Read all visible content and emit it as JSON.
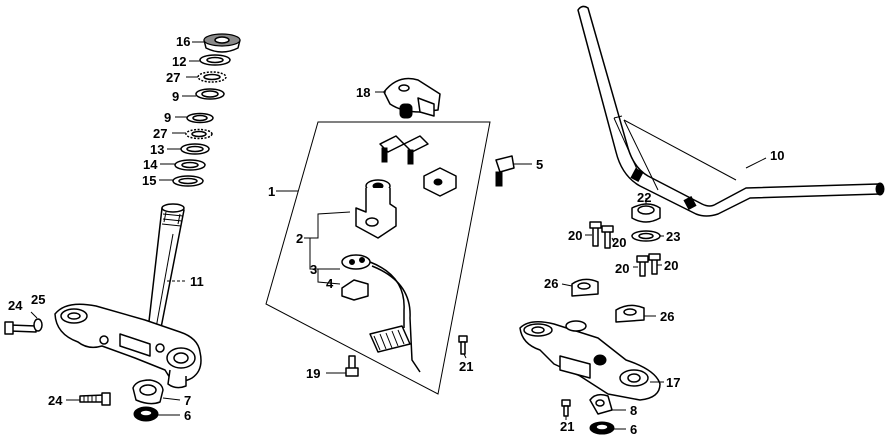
{
  "callouts": [
    {
      "id": "c16",
      "text": "16"
    },
    {
      "id": "c12",
      "text": "12"
    },
    {
      "id": "c27a",
      "text": "27"
    },
    {
      "id": "c9a",
      "text": "9"
    },
    {
      "id": "c9b",
      "text": "9"
    },
    {
      "id": "c27b",
      "text": "27"
    },
    {
      "id": "c13",
      "text": "13"
    },
    {
      "id": "c14",
      "text": "14"
    },
    {
      "id": "c15",
      "text": "15"
    },
    {
      "id": "c11",
      "text": "11"
    },
    {
      "id": "c24a",
      "text": "24"
    },
    {
      "id": "c25",
      "text": "25"
    },
    {
      "id": "c24b",
      "text": "24"
    },
    {
      "id": "c7",
      "text": "7"
    },
    {
      "id": "c6a",
      "text": "6"
    },
    {
      "id": "c18",
      "text": "18"
    },
    {
      "id": "c1",
      "text": "1"
    },
    {
      "id": "c2",
      "text": "2"
    },
    {
      "id": "c3",
      "text": "3"
    },
    {
      "id": "c4",
      "text": "4"
    },
    {
      "id": "c5",
      "text": "5"
    },
    {
      "id": "c19",
      "text": "19"
    },
    {
      "id": "c21a",
      "text": "21"
    },
    {
      "id": "c10",
      "text": "10"
    },
    {
      "id": "c22",
      "text": "22"
    },
    {
      "id": "c20a",
      "text": "20"
    },
    {
      "id": "c20b",
      "text": "20"
    },
    {
      "id": "c23",
      "text": "23"
    },
    {
      "id": "c20c",
      "text": "20"
    },
    {
      "id": "c20d",
      "text": "20"
    },
    {
      "id": "c26a",
      "text": "26"
    },
    {
      "id": "c26b",
      "text": "26"
    },
    {
      "id": "c17",
      "text": "17"
    },
    {
      "id": "c21b",
      "text": "21"
    },
    {
      "id": "c8",
      "text": "8"
    },
    {
      "id": "c6b",
      "text": "6"
    }
  ]
}
